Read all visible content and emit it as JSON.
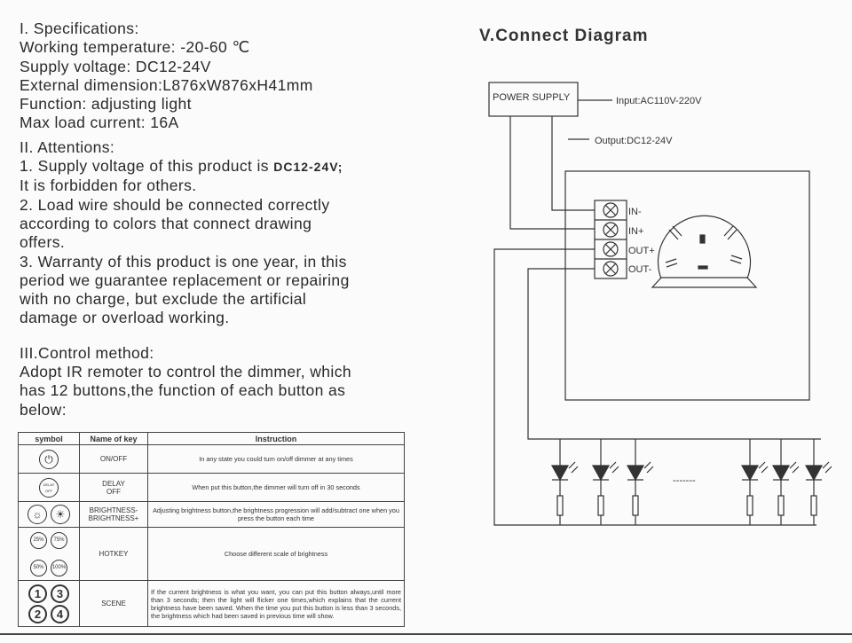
{
  "specifications": {
    "heading": "I. Specifications:",
    "lines": [
      "Working temperature: -20-60 ℃",
      "Supply voltage: DC12-24V",
      "External dimension:L876xW876xH41mm",
      " Function: adjusting light",
      "Max load current: 16A"
    ]
  },
  "attentions": {
    "heading": "II. Attentions:",
    "item1_prefix": "1. Supply voltage of this product is ",
    "item1_bold": "DC12-24V;",
    "lines": [
      " It is forbidden for others.",
      "2. Load wire should be connected correctly",
      "according to colors that connect drawing",
      " offers.",
      "3. Warranty of this product is one year, in this",
      "period we guarantee replacement or repairing",
      "with no charge, but exclude the artificial",
      "damage or overload working."
    ]
  },
  "control": {
    "heading": "III.Control method:",
    "lines": [
      "Adopt IR remoter to control the dimmer, which",
      "has 12 buttons,the function of each button as",
      "below:"
    ]
  },
  "table": {
    "headers": [
      "symbol",
      "Name of key",
      "Instruction"
    ],
    "rows": [
      {
        "name": "ON/OFF",
        "instruction": "In any state you could turn on/off dimmer at any times"
      },
      {
        "name_line1": "DELAY",
        "name_line2": "OFF",
        "icon": "DELAY OFF",
        "instruction": "When put this button,the dimmer will turn off in 30 seconds"
      },
      {
        "name_line1": "BRIGHTNESS-",
        "name_line2": "BRIGHTNESS+",
        "instruction": "Adjusting brightness button,the brightness progression will add/subtract one when you press the button each time"
      },
      {
        "name": "HOTKEY",
        "icons": [
          "25%",
          "75%",
          "50%",
          "100%"
        ],
        "instruction": "Choose different scale of brightness"
      },
      {
        "name": "SCENE",
        "icons": [
          "1",
          "3",
          "2",
          "4"
        ],
        "instruction": "If the current brightness is what you want, you can put this button always,until more than 3 seconds; then the light will flicker one times,which explains that the current brightness have been saved. When the time you put this button is less than 3 seconds, the brightness which had been saved in previous time will show."
      }
    ]
  },
  "diagram": {
    "title": "V.Connect Diagram",
    "power_supply": "POWER SUPPLY",
    "input": "Input:AC110V-220V",
    "output": "Output:DC12-24V",
    "terminals": [
      "IN-",
      "IN+",
      "OUT+",
      "OUT-"
    ],
    "dashes": "-------"
  }
}
